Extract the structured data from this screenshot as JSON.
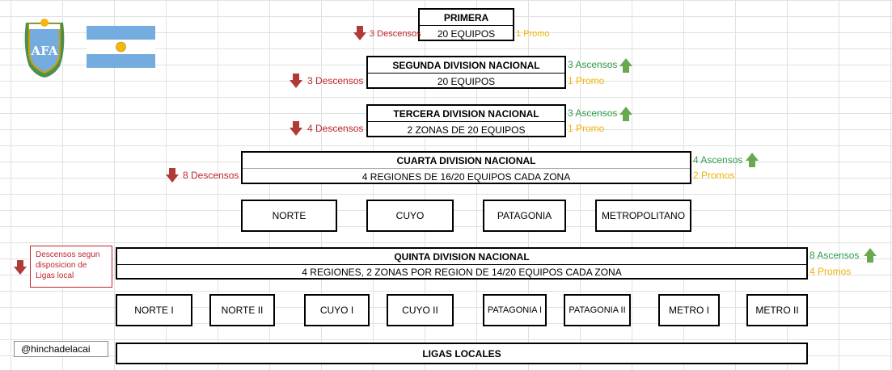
{
  "colors": {
    "descenso": "#c0262d",
    "ascenso": "#2e9e4c",
    "promo": "#f0b400",
    "flag_blue": "#74acdf",
    "sun": "#f6b40e"
  },
  "logo": {
    "text": "AFA"
  },
  "divisions": {
    "primera": {
      "title": "PRIMERA",
      "teams": "20 EQUIPOS",
      "descensos": "3 Descensos",
      "promo": "1 Promo"
    },
    "segunda": {
      "title": "SEGUNDA DIVISION NACIONAL",
      "teams": "20 EQUIPOS",
      "descensos": "3 Descensos",
      "ascensos": "3 Ascensos",
      "promo": "1 Promo"
    },
    "tercera": {
      "title": "TERCERA DIVISION NACIONAL",
      "teams": "2 ZONAS DE 20 EQUIPOS",
      "descensos": "4 Descensos",
      "ascensos": "3 Ascensos",
      "promo": "1 Promo"
    },
    "cuarta": {
      "title": "CUARTA DIVISION NACIONAL",
      "teams": "4 REGIONES DE 16/20 EQUIPOS CADA ZONA",
      "descensos": "8 Descensos",
      "ascensos": "4 Ascensos",
      "promo": "2 Promos"
    },
    "quinta": {
      "title": "QUINTA DIVISION NACIONAL",
      "teams": "4 REGIONES, 2 ZONAS POR REGION DE 14/20 EQUIPOS CADA ZONA",
      "ascensos": "8 Ascensos",
      "promo": "4 Promos"
    },
    "ligas": {
      "title": "LIGAS LOCALES"
    }
  },
  "regions_cuarta": [
    "NORTE",
    "CUYO",
    "PATAGONIA",
    "METROPOLITANO"
  ],
  "regions_quinta": [
    "NORTE I",
    "NORTE II",
    "CUYO I",
    "CUYO II",
    "PATAGONIA I",
    "PATAGONIA II",
    "METRO I",
    "METRO II"
  ],
  "note": {
    "text": "Descensos segun disposicion de Ligas local"
  },
  "handle": "@hinchadelacai"
}
